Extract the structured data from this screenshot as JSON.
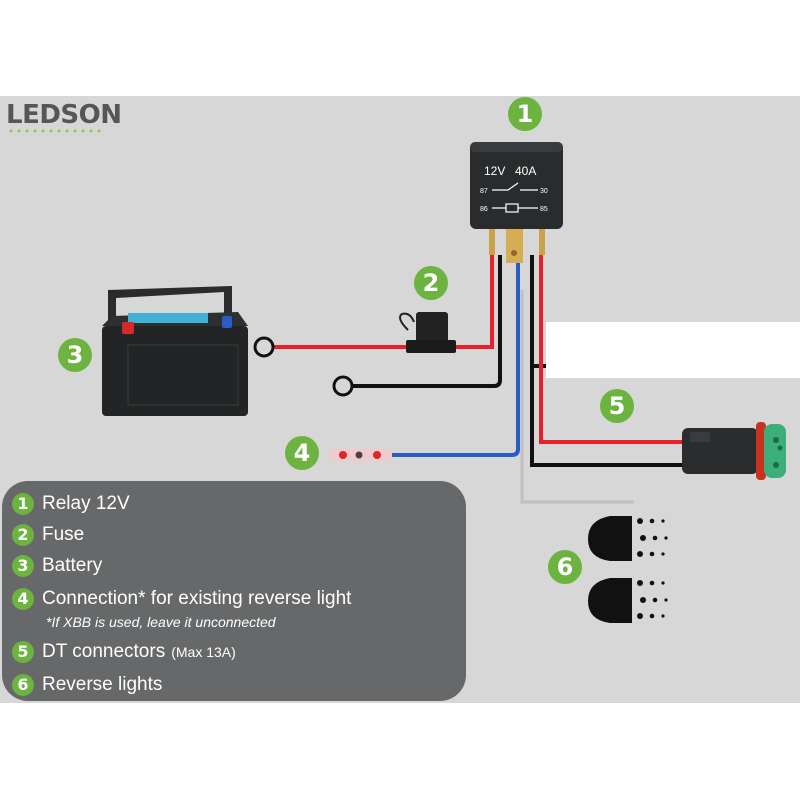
{
  "brand": {
    "logo_text": "LEDSON"
  },
  "relay": {
    "voltage": "12V",
    "current": "40A",
    "pins": [
      "87",
      "30",
      "86",
      "85"
    ]
  },
  "badges": [
    "1",
    "2",
    "3",
    "4",
    "5",
    "6"
  ],
  "legend": {
    "items": [
      {
        "num": "1",
        "label": "Relay 12V",
        "note": ""
      },
      {
        "num": "2",
        "label": "Fuse",
        "note": ""
      },
      {
        "num": "3",
        "label": "Battery",
        "note": ""
      },
      {
        "num": "4",
        "label": "Connection* for existing reverse light",
        "note": ""
      },
      {
        "num": "5",
        "label": "DT connectors",
        "note": "(Max 13A)"
      },
      {
        "num": "6",
        "label": "Reverse lights",
        "note": ""
      }
    ],
    "footnote": "*If XBB is used, leave it unconnected"
  },
  "colors": {
    "accent_green": "#6cb33f",
    "wire_red": "#e8202a",
    "wire_black": "#111111",
    "wire_blue": "#2a5cc4",
    "legend_bg": "#676869",
    "panel_bg": "#d6d7d6"
  }
}
